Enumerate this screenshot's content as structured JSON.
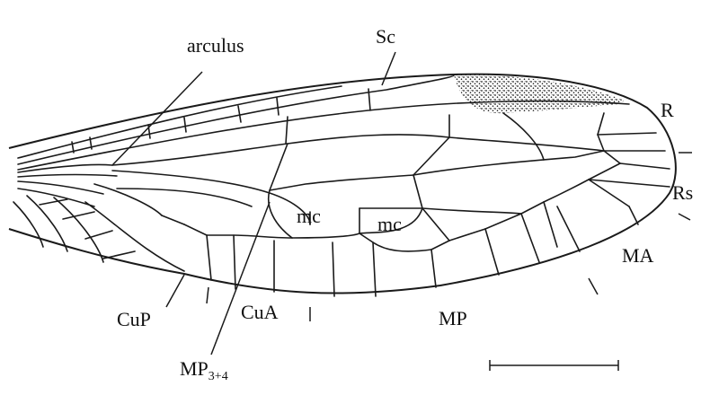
{
  "labels": {
    "sc": "Sc",
    "arculus": "arculus",
    "r": "R",
    "rs": "Rs",
    "ma": "MA",
    "mp": "MP",
    "cua": "CuA",
    "cup": "CuP",
    "mp34_main": "MP",
    "mp34_sub": "3+4",
    "mc_left": "mc",
    "mc_right": "mc"
  },
  "colors": {
    "ink": "#1a1a1a",
    "background": "#ffffff"
  }
}
